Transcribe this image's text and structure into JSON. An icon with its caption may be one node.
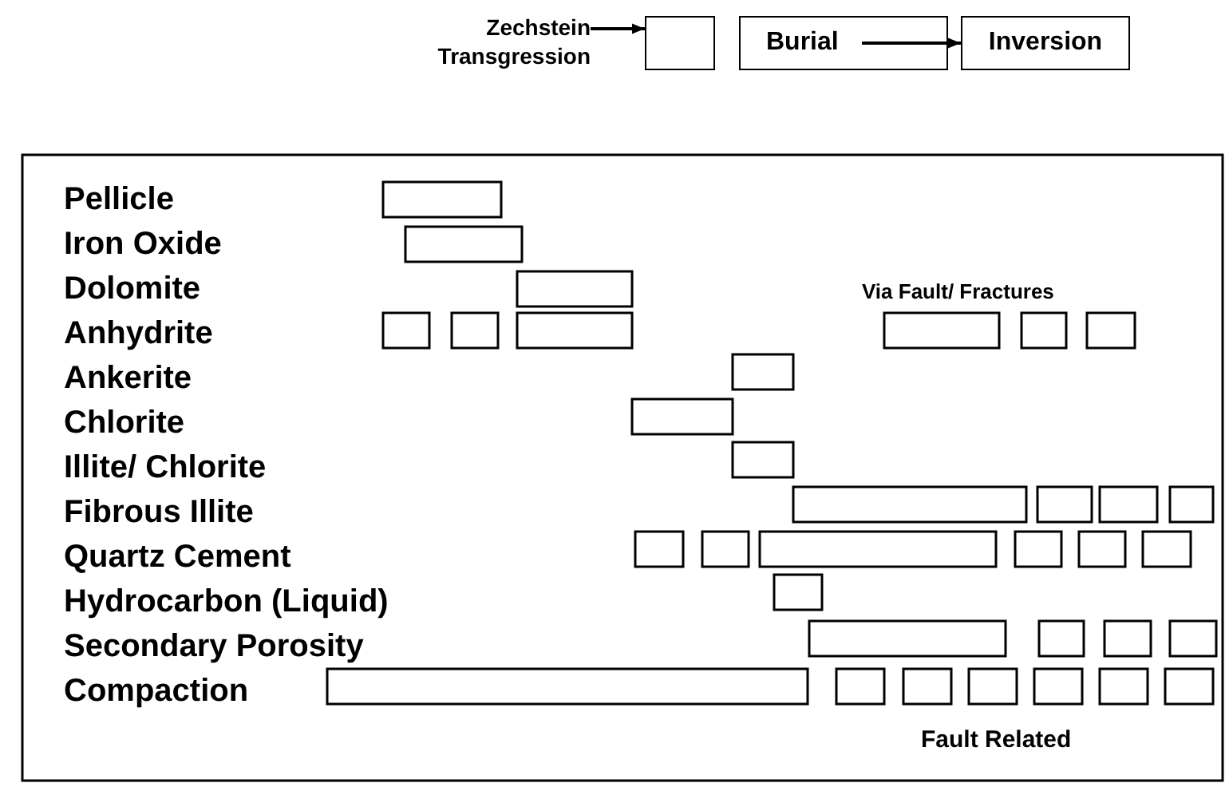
{
  "diagram": {
    "nodes": [
      {
        "text": [
          "Zechstein Transgression"
        ]
      },
      {
        "text": [],
        "shape": "box"
      },
      {
        "text": [
          "Burial"
        ]
      },
      {
        "text": [
          "Inversion"
        ]
      }
    ],
    "edges": [
      {
        "from": 0,
        "to": 1,
        "arrow": "to"
      },
      {
        "from": 2,
        "to": 3,
        "arrow": "to"
      }
    ],
    "labels": [
      "Pellicle",
      "Iron Oxide",
      "Dolomite",
      "Via Fault/ Fractures",
      "Anhydrite",
      "Ankerite",
      "Chlorite",
      "Illite/ Chlorite",
      "Fibrous Illite",
      "Quartz Cement",
      "Hydrocarbon (Liquid)",
      "Secondary Porosity",
      "Compaction",
      "Fault Related"
    ]
  }
}
